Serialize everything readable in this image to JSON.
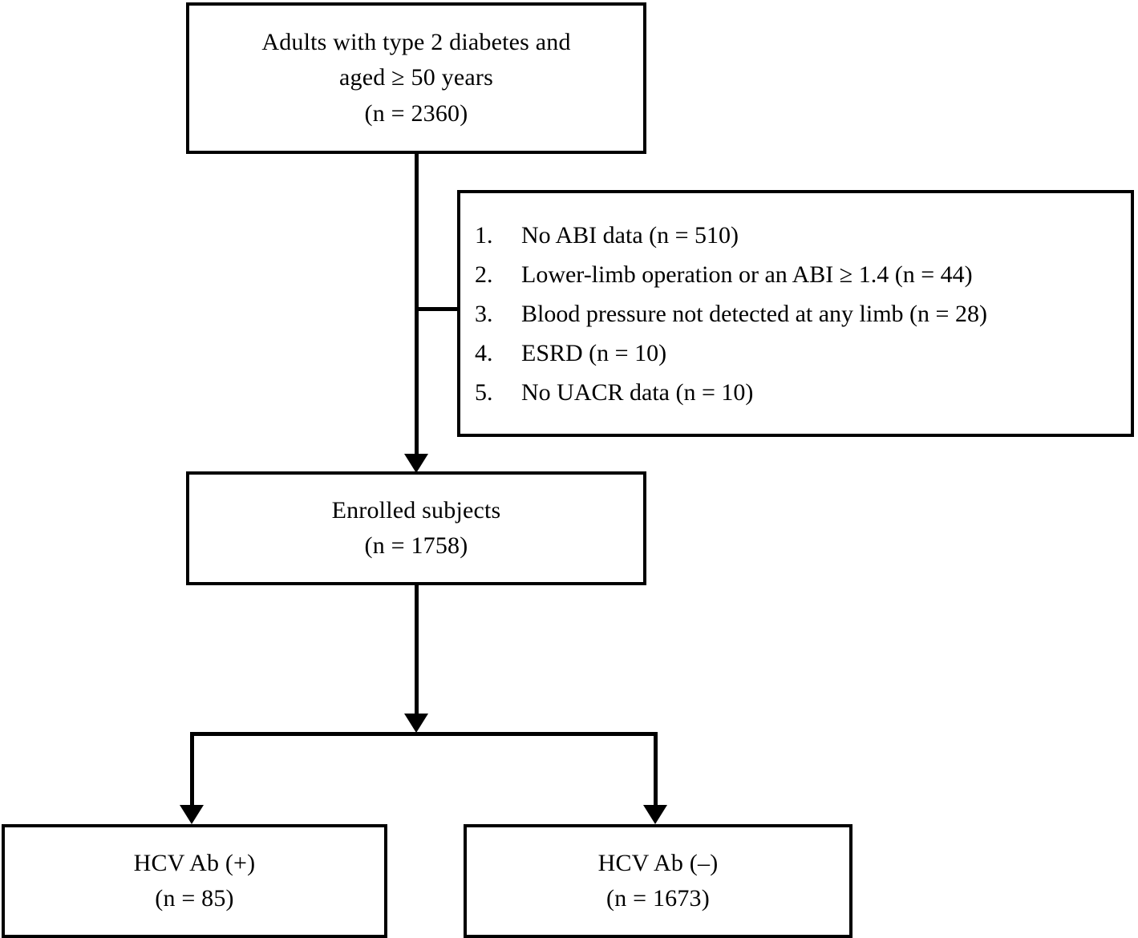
{
  "diagram": {
    "type": "study-flow-diagram",
    "nodes": {
      "source": {
        "lines": [
          "Adults with type 2 diabetes and",
          "aged ≥ 50 years",
          "(n = 2360)"
        ],
        "count": 2360
      },
      "enrolled": {
        "lines": [
          "Enrolled subjects",
          "(n = 1758)"
        ],
        "count": 1758
      },
      "hcv_positive": {
        "lines": [
          "HCV Ab (+)",
          "(n = 85)"
        ],
        "count": 85
      },
      "hcv_negative": {
        "lines": [
          "HCV Ab (–)",
          "(n = 1673)"
        ],
        "count": 1673
      }
    },
    "exclusions": {
      "items": [
        {
          "num": "1.",
          "text": "No ABI data (n = 510)",
          "count": 510
        },
        {
          "num": "2.",
          "text": "Lower-limb operation or an ABI ≥ 1.4 (n = 44)",
          "count": 44
        },
        {
          "num": "3.",
          "text": "Blood pressure not detected at any limb (n = 28)",
          "count": 28
        },
        {
          "num": "4.",
          "text": "ESRD (n = 10)",
          "count": 10
        },
        {
          "num": "5.",
          "text": "No UACR data (n = 10)",
          "count": 10
        }
      ]
    },
    "colors": {
      "stroke": "#000000",
      "background": "#ffffff",
      "text": "#000000"
    }
  }
}
